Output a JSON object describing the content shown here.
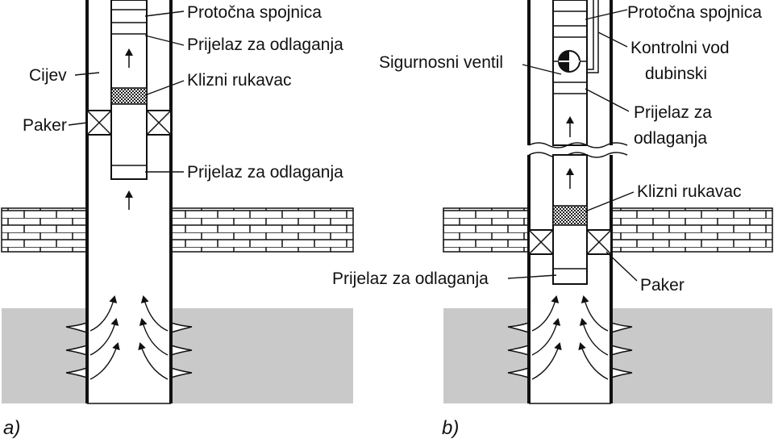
{
  "diagram_a": {
    "caption": "a)",
    "labels": {
      "flow_coupling": "Protočna spojnica",
      "landing_nipple_top": "Prijelaz za odlaganja",
      "casing": "Cijev",
      "sliding_sleeve": "Klizni rukavac",
      "packer": "Paker",
      "landing_nipple_bottom": "Prijelaz za odlaganja"
    }
  },
  "diagram_b": {
    "caption": "b)",
    "labels": {
      "flow_coupling": "Protočna spojnica",
      "control_line_1": "Kontrolni vod",
      "control_line_2": "dubinski",
      "safety_valve": "Sigurnosni ventil",
      "landing_nipple_top_1": "Prijelaz za",
      "landing_nipple_top_2": "odlaganja",
      "sliding_sleeve": "Klizni rukavac",
      "landing_nipple_bottom": "Prijelaz za odlaganja",
      "packer": "Paker"
    }
  },
  "colors": {
    "formation": "#c9c9c9",
    "line": "#111111",
    "background": "#ffffff"
  }
}
